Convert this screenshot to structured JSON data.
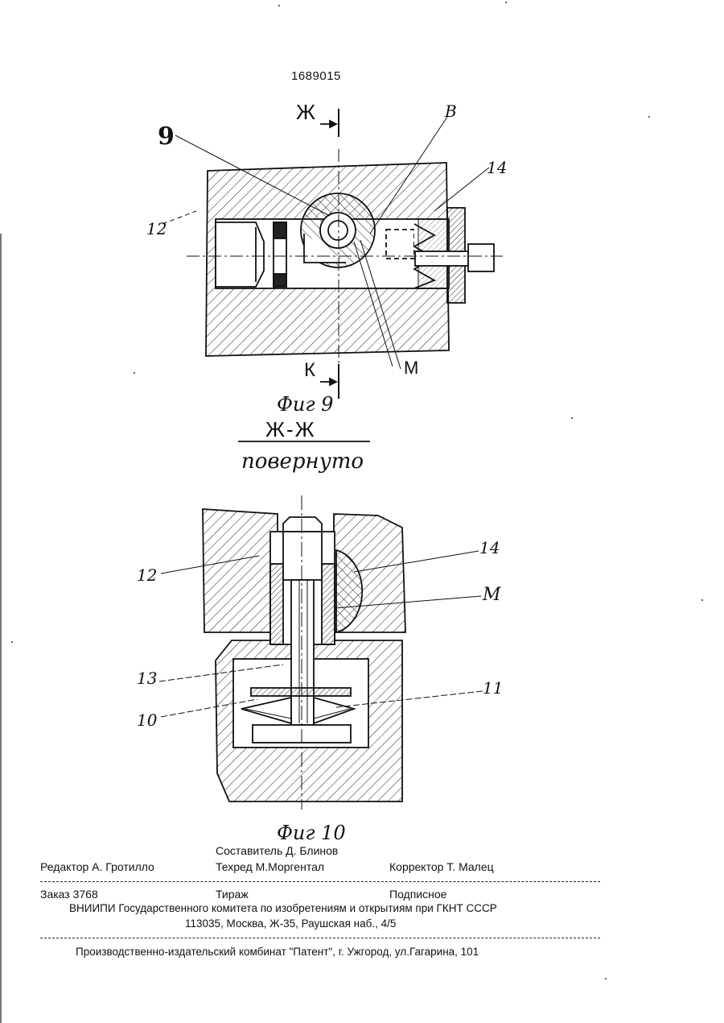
{
  "header": {
    "document_number": "1689015"
  },
  "figure9": {
    "labels": {
      "ref_9": "9",
      "ref_12": "12",
      "ref_14": "14",
      "ref_B": "В",
      "ref_M": "М",
      "section_top": "Ж",
      "section_bottom": "К"
    },
    "caption": "Фиг 9"
  },
  "section_view": {
    "title": "Ж-Ж",
    "subtitle": "повернуто"
  },
  "figure10": {
    "labels": {
      "ref_12": "12",
      "ref_14": "14",
      "ref_M": "М",
      "ref_13": "13",
      "ref_10": "10",
      "ref_11": "11"
    },
    "caption": "Фиг 10"
  },
  "imprint": {
    "compiler": "Составитель Д. Блинов",
    "editor": "Редактор А. Гротилло",
    "techred": "Техред М.Моргентал",
    "corrector": "Корректор Т. Малец",
    "order": "Заказ 3768",
    "circulation": "Тираж",
    "subscription": "Подписное",
    "institute": "ВНИИПИ Государственного комитета по изобретениям и открытиям при ГКНТ СССР",
    "address": "113035, Москва, Ж-35, Раушская наб., 4/5",
    "publisher": "Производственно-издательский комбинат \"Патент\", г. Ужгород, ул.Гагарина, 101"
  }
}
